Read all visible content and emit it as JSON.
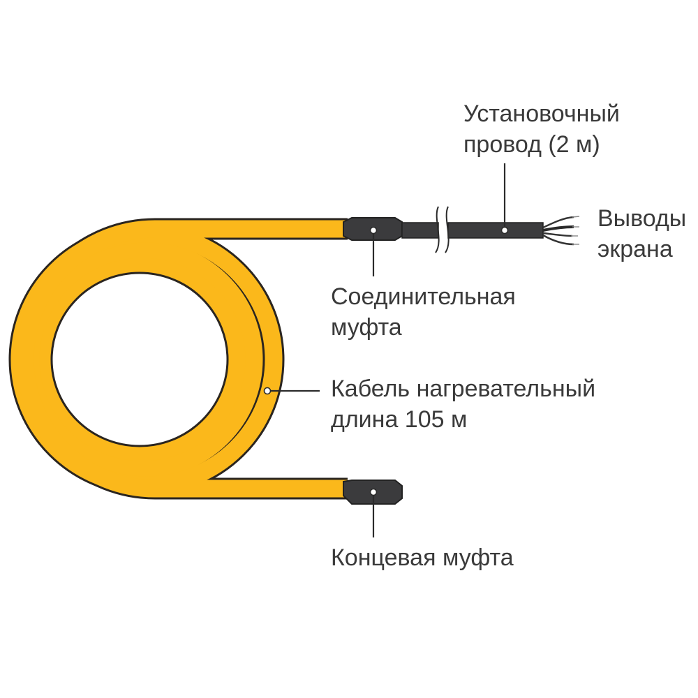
{
  "labels": {
    "install_wire_line1": "Установочный",
    "install_wire_line2": "провод (2 м)",
    "shield_leads_line1": "Выводы",
    "shield_leads_line2": "экрана",
    "connector_line1": "Соединительная",
    "connector_line2": "муфта",
    "cable_line1": "Кабель нагревательный",
    "cable_line2": "длина 105 м",
    "end_coupling": "Концевая муфта"
  },
  "colors": {
    "cable_yellow": "#fbb81b",
    "coupling_dark": "#3b3b3d",
    "text": "#3a3a3a"
  }
}
